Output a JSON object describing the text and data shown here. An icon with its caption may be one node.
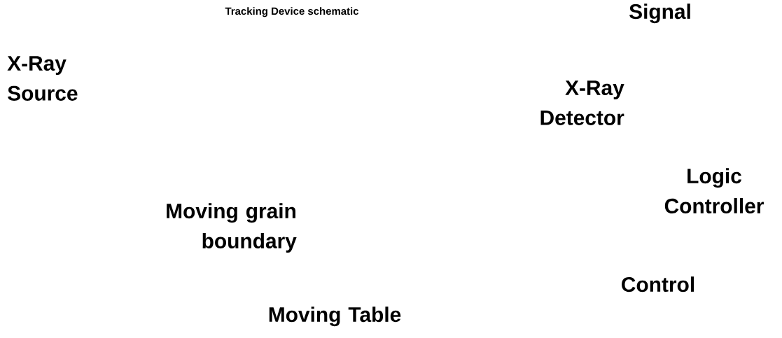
{
  "diagram": {
    "title": "Tracking Device schematic",
    "labels": [
      "X-Ray Source",
      "Signal",
      "X-Ray Detector",
      "Logic Controller",
      "Moving grain boundary",
      "Control",
      "Moving Table"
    ]
  }
}
